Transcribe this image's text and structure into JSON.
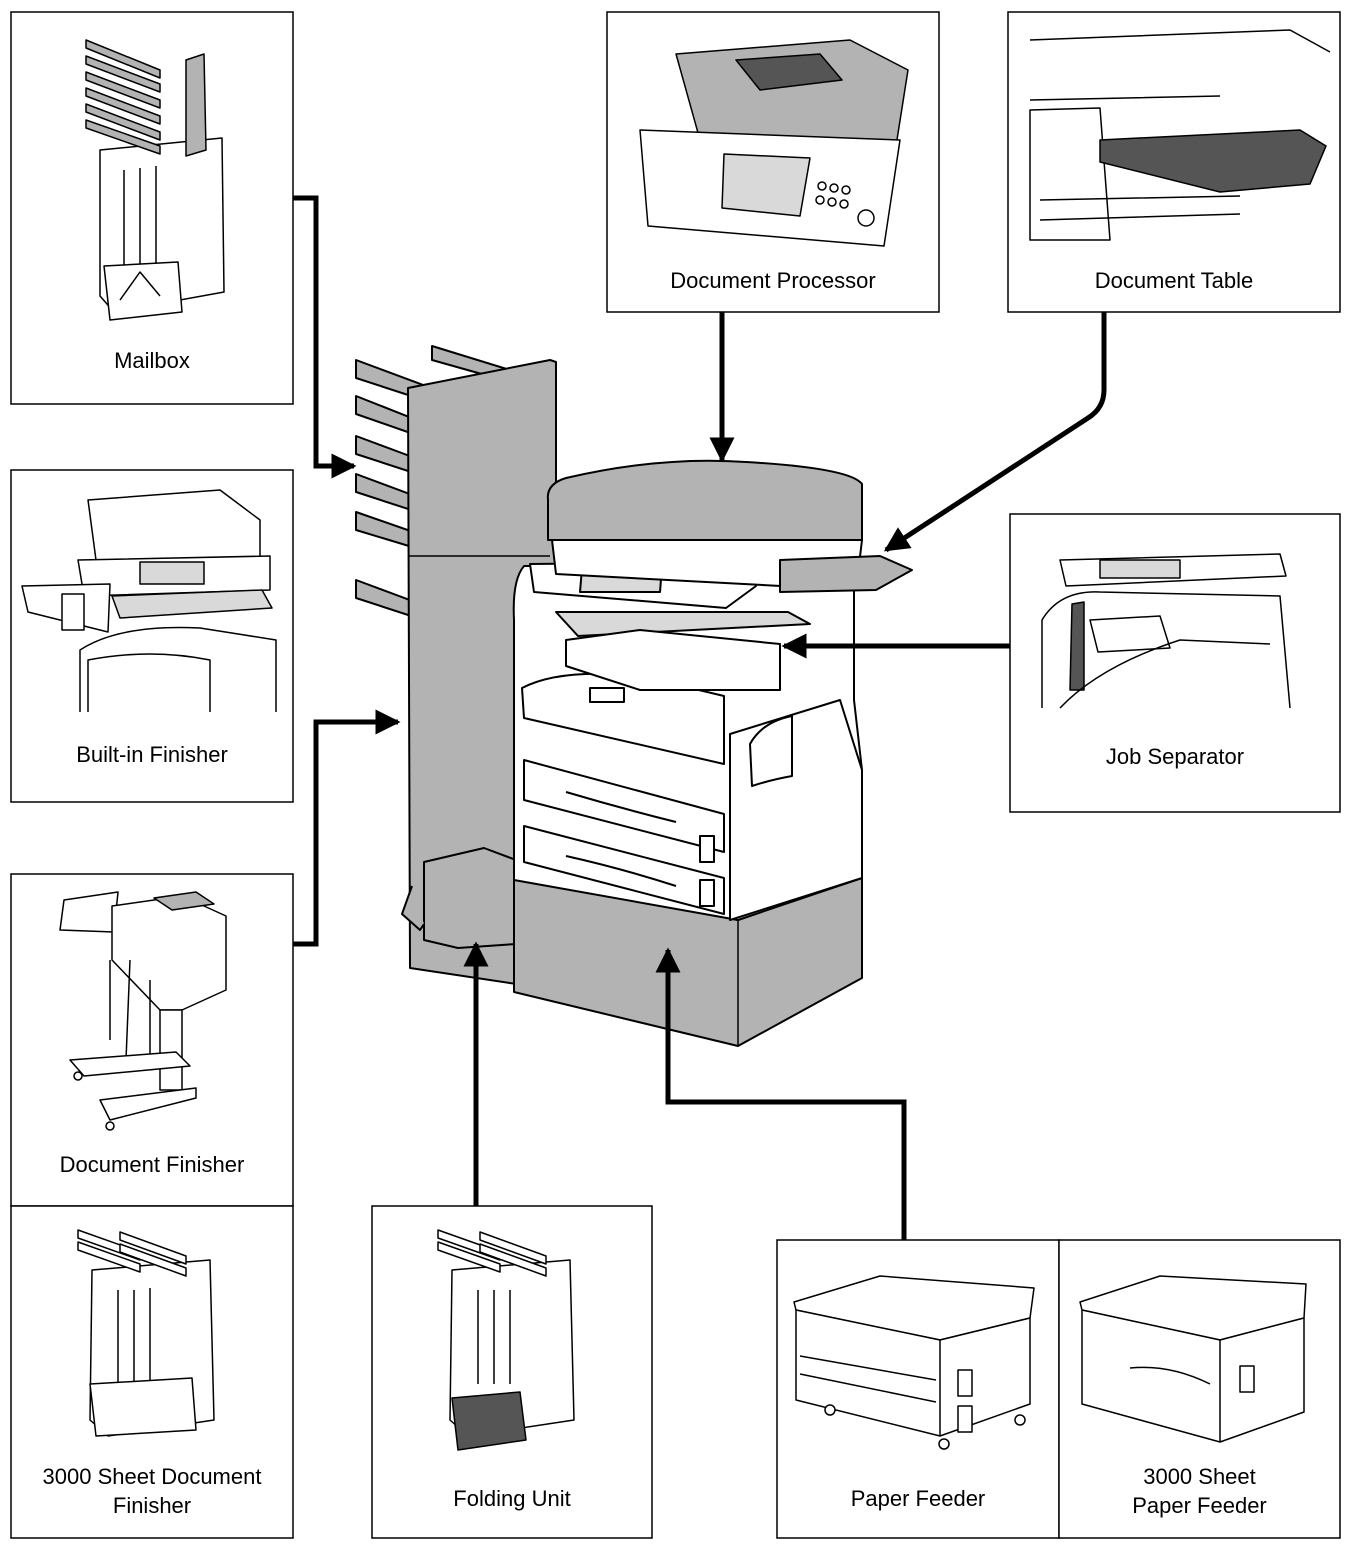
{
  "options": {
    "mailbox": "Mailbox",
    "built_in_finisher": "Built-in Finisher",
    "document_finisher": "Document Finisher",
    "document_finisher_3000": [
      "3000 Sheet Document",
      "Finisher"
    ],
    "folding_unit": "Folding Unit",
    "document_processor": "Document Processor",
    "document_table": "Document Table",
    "job_separator": "Job Separator",
    "paper_feeder": "Paper Feeder",
    "paper_feeder_3000": [
      "3000 Sheet",
      "Paper Feeder"
    ]
  },
  "colors": {
    "outline": "#000000",
    "machine_fill": "#b3b3b3",
    "machine_light": "#d9d9d9",
    "dark_part": "#555555",
    "background": "#ffffff"
  }
}
